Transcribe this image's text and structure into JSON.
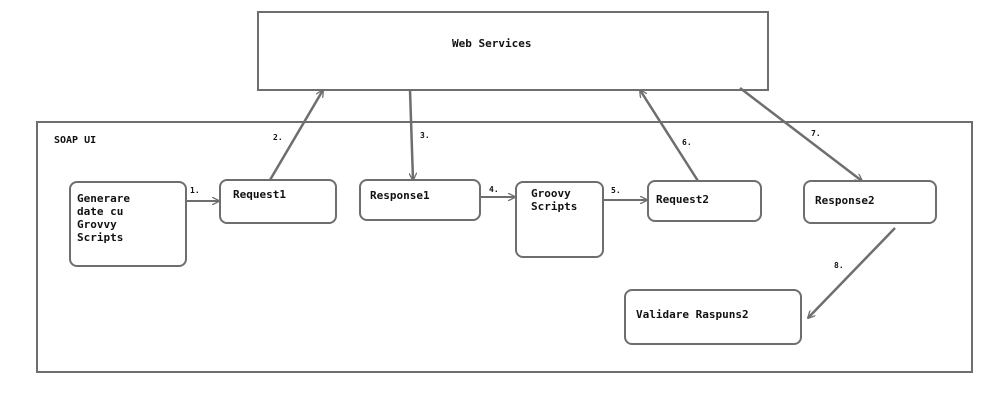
{
  "diagram": {
    "web_services": "Web Services",
    "soap_ui": "SOAP UI",
    "generate_box": [
      "Generare",
      "date cu",
      "Grovvy",
      "Scripts"
    ],
    "request1": "Request1",
    "response1": "Response1",
    "groovy_box": [
      "Groovy",
      "Scripts"
    ],
    "request2": "Request2",
    "response2": "Response2",
    "validate": "Validare Raspuns2",
    "steps": [
      "1.",
      "2.",
      "3.",
      "4.",
      "5.",
      "6.",
      "7.",
      "8."
    ]
  },
  "colors": {
    "stroke": "#6e6e6e",
    "text": "#111111",
    "background": "#ffffff"
  }
}
